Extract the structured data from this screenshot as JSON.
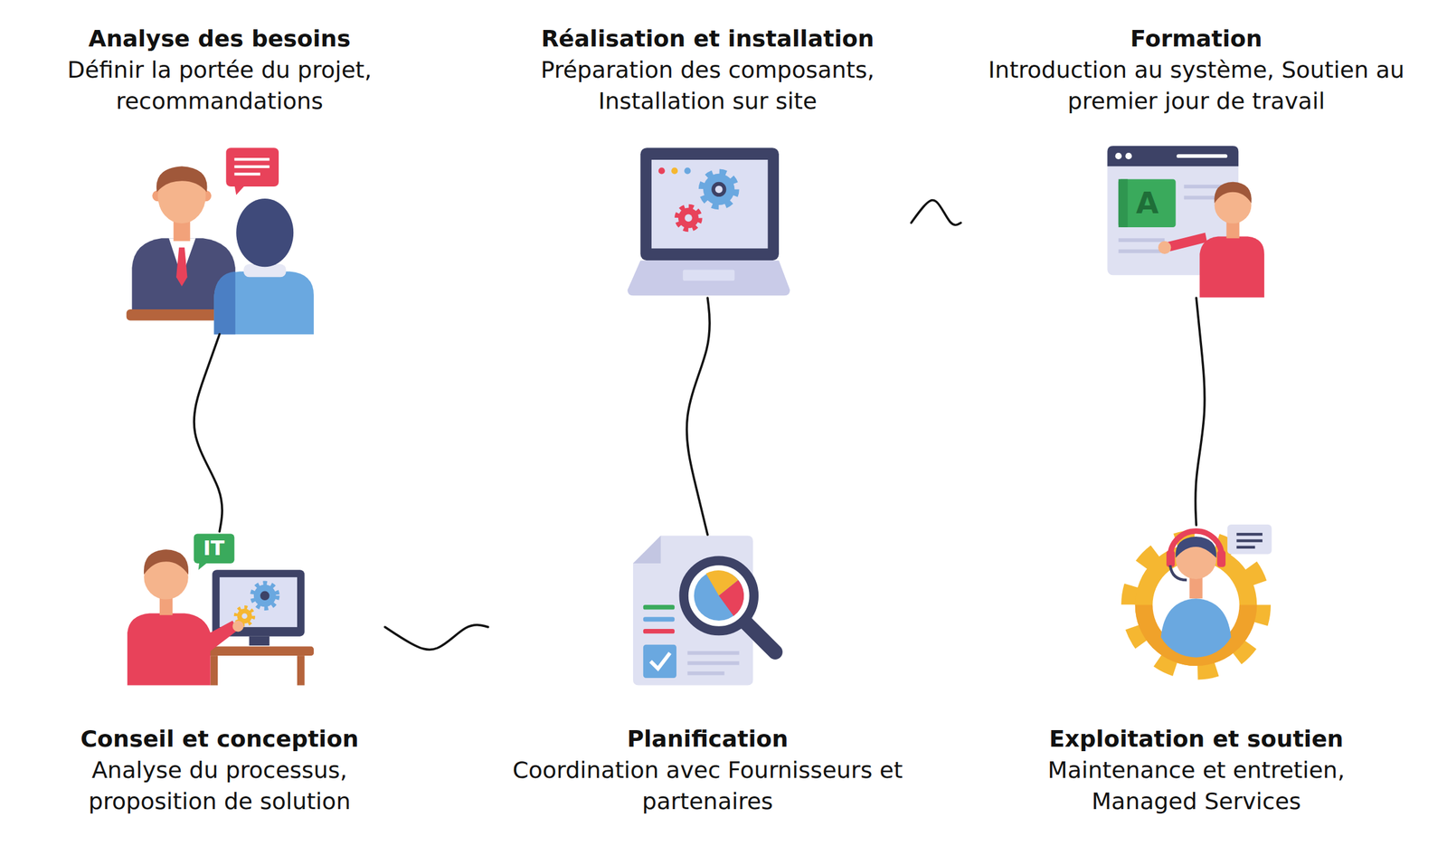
{
  "diagram": {
    "nodes": [
      {
        "text": [
          "Analyse des besoins",
          "Définir la portée du projet, recommandations"
        ]
      },
      {
        "text": [
          "Réalisation et installation",
          "Préparation des composants, Installation sur site"
        ]
      },
      {
        "text": [
          "Formation",
          "Introduction au système, Soutien au premier jour de travail"
        ]
      },
      {
        "text": [
          "Conseil et conception",
          "Analyse du processus, proposition de solution"
        ]
      },
      {
        "text": [
          "Planification",
          "Coordination avec Fournisseurs et partenaires"
        ]
      },
      {
        "text": [
          "Exploitation et soutien",
          "Maintenance et entretien, Managed Services"
        ]
      }
    ],
    "edges": [
      {
        "from": 0,
        "to": 3,
        "arrow": "none"
      },
      {
        "from": 3,
        "to": 4,
        "arrow": "none"
      },
      {
        "from": 4,
        "to": 1,
        "arrow": "none"
      },
      {
        "from": 1,
        "to": 2,
        "arrow": "none"
      },
      {
        "from": 2,
        "to": 5,
        "arrow": "none"
      }
    ],
    "labels": [
      "A",
      "IT"
    ]
  }
}
